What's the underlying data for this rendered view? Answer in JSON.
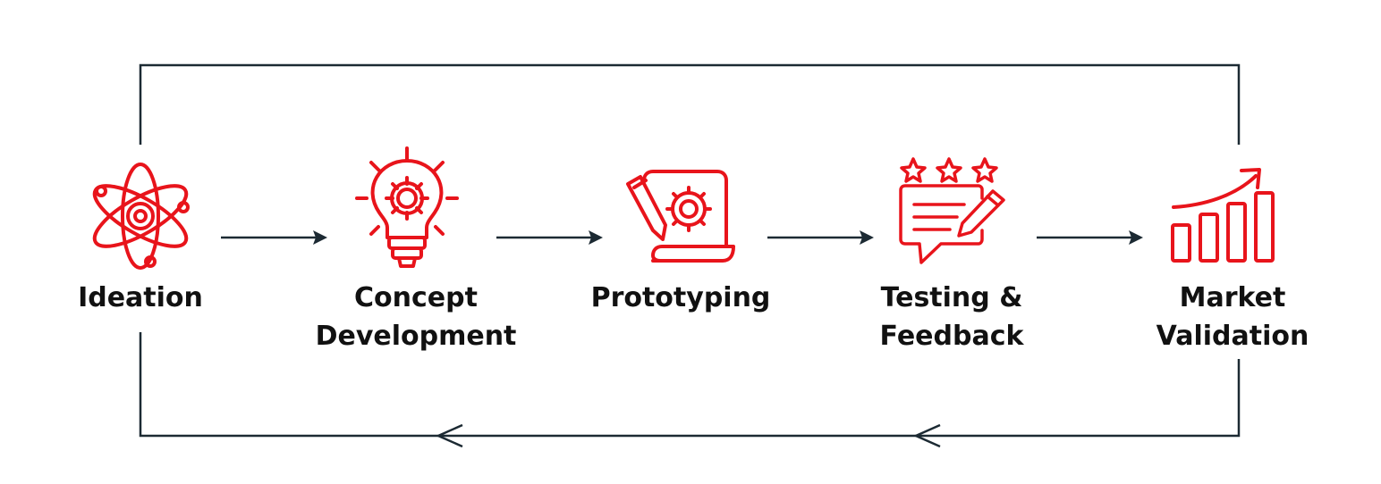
{
  "diagram": {
    "stages": [
      {
        "label": "Ideation",
        "icon": "atom-icon"
      },
      {
        "label": "Concept\nDevelopment",
        "icon": "lightbulb-gear-icon"
      },
      {
        "label": "Prototyping",
        "icon": "blueprint-pencil-gear-icon"
      },
      {
        "label": "Testing &\nFeedback",
        "icon": "star-rating-feedback-icon"
      },
      {
        "label": "Market\nValidation",
        "icon": "growth-bar-chart-icon"
      }
    ],
    "colors": {
      "icon": "#e8141b",
      "lines": "#1c2a33",
      "text": "#111111"
    }
  }
}
